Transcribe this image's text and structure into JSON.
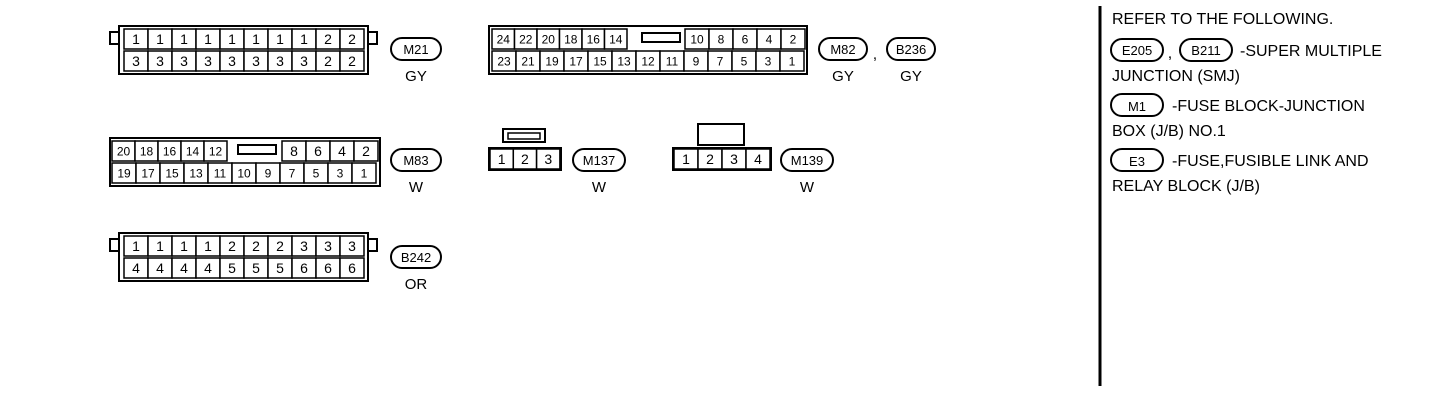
{
  "connectors": [
    {
      "id": "M21",
      "color": "GY",
      "top_row": [
        "1",
        "1",
        "1",
        "1",
        "1",
        "1",
        "1",
        "1",
        "2",
        "2"
      ],
      "bottom_row": [
        "3",
        "3",
        "3",
        "3",
        "3",
        "3",
        "3",
        "3",
        "2",
        "2"
      ]
    },
    {
      "id": "M82",
      "id2": "B236",
      "separator": ",",
      "color": "GY",
      "color2": "GY",
      "top_left": [
        "24",
        "22",
        "20",
        "18",
        "16",
        "14"
      ],
      "top_right": [
        "10",
        "8",
        "6",
        "4",
        "2"
      ],
      "bottom_row": [
        "23",
        "21",
        "19",
        "17",
        "15",
        "13",
        "12",
        "11",
        "9",
        "7",
        "5",
        "3",
        "1"
      ]
    },
    {
      "id": "M83",
      "color": "W",
      "top_left": [
        "20",
        "18",
        "16",
        "14",
        "12"
      ],
      "top_right": [
        "8",
        "6",
        "4",
        "2"
      ],
      "bottom_row": [
        "19",
        "17",
        "15",
        "13",
        "11",
        "10",
        "9",
        "7",
        "5",
        "3",
        "1"
      ]
    },
    {
      "id": "M137",
      "color": "W",
      "pins": [
        "1",
        "2",
        "3"
      ]
    },
    {
      "id": "M139",
      "color": "W",
      "pins": [
        "1",
        "2",
        "3",
        "4"
      ]
    },
    {
      "id": "B242",
      "color": "OR",
      "top_row": [
        "1",
        "1",
        "1",
        "1",
        "2",
        "2",
        "2",
        "3",
        "3",
        "3"
      ],
      "bottom_row": [
        "4",
        "4",
        "4",
        "4",
        "5",
        "5",
        "5",
        "6",
        "6",
        "6"
      ]
    }
  ],
  "reference": {
    "heading": "REFER TO THE FOLLOWING.",
    "entries": [
      {
        "tags": [
          "E205",
          "B211"
        ],
        "separator": ",",
        "line1": "-SUPER MULTIPLE",
        "line2": "JUNCTION (SMJ)"
      },
      {
        "tags": [
          "M1"
        ],
        "line1": "-FUSE BLOCK-JUNCTION",
        "line2": "BOX (J/B) NO.1"
      },
      {
        "tags": [
          "E3"
        ],
        "line1": "-FUSE,FUSIBLE LINK AND",
        "line2": "RELAY BLOCK (J/B)"
      }
    ]
  }
}
